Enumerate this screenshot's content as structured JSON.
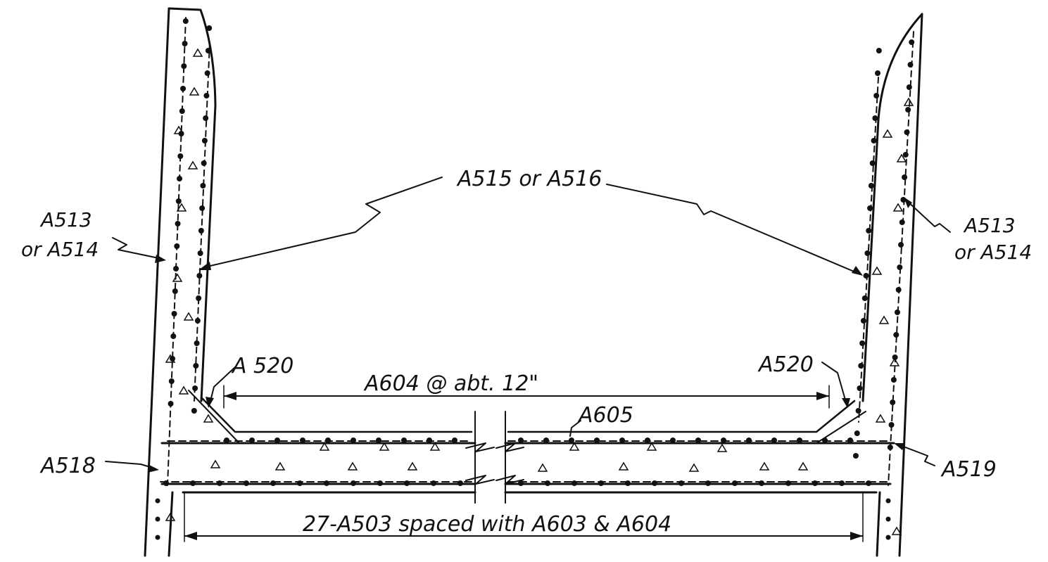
{
  "labels": {
    "stirrup_mid": "A515 or A516",
    "stirrup_outer_left_1": "A513",
    "stirrup_outer_left_2": "or A514",
    "stirrup_outer_right_1": "A513",
    "stirrup_outer_right_2": "or A514",
    "haunch_left": "A 520",
    "haunch_right": "A520",
    "top_bars": "A604 @ abt. 12\"",
    "top_long": "A605",
    "bottom_left": "A518",
    "bottom_right": "A519",
    "bottom_bars": "27-A503 spaced with A603 & A604"
  },
  "colors": {
    "ink": "#111111",
    "paper": "#ffffff"
  }
}
